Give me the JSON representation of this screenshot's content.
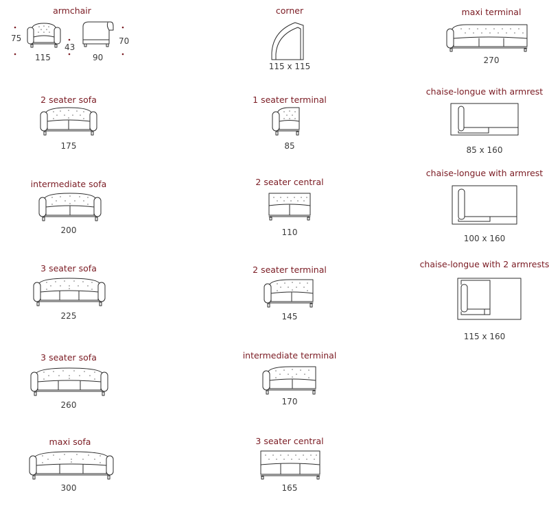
{
  "items": [
    {
      "title": "armchair",
      "dims": [
        "115",
        "90"
      ],
      "side_dims": [
        "75",
        "43",
        "70"
      ]
    },
    {
      "title": "corner",
      "dims": [
        "115 x 115"
      ]
    },
    {
      "title": "maxi terminal",
      "dims": [
        "270"
      ]
    },
    {
      "title": "2 seater sofa",
      "dims": [
        "175"
      ]
    },
    {
      "title": "1 seater terminal",
      "dims": [
        "85"
      ]
    },
    {
      "title": "chaise-longue with armrest",
      "dims": [
        "85 x 160"
      ]
    },
    {
      "title": "intermediate sofa",
      "dims": [
        "200"
      ]
    },
    {
      "title": "2 seater central",
      "dims": [
        "110"
      ]
    },
    {
      "title": "chaise-longue with armrest",
      "dims": [
        "100 x 160"
      ]
    },
    {
      "title": "3 seater sofa",
      "dims": [
        "225"
      ]
    },
    {
      "title": "2 seater terminal",
      "dims": [
        "145"
      ]
    },
    {
      "title": "chaise-longue with 2 armrests",
      "dims": [
        "115 x 160"
      ]
    },
    {
      "title": "3 seater sofa",
      "dims": [
        "260"
      ]
    },
    {
      "title": "intermediate terminal",
      "dims": [
        "170"
      ]
    },
    {
      "title": "maxi sofa",
      "dims": [
        "300"
      ]
    },
    {
      "title": "3 seater central",
      "dims": [
        "165"
      ]
    }
  ],
  "colors": {
    "title": "#7a1a22",
    "dimension": "#3a3a3a",
    "line": "#2b2b2b"
  }
}
